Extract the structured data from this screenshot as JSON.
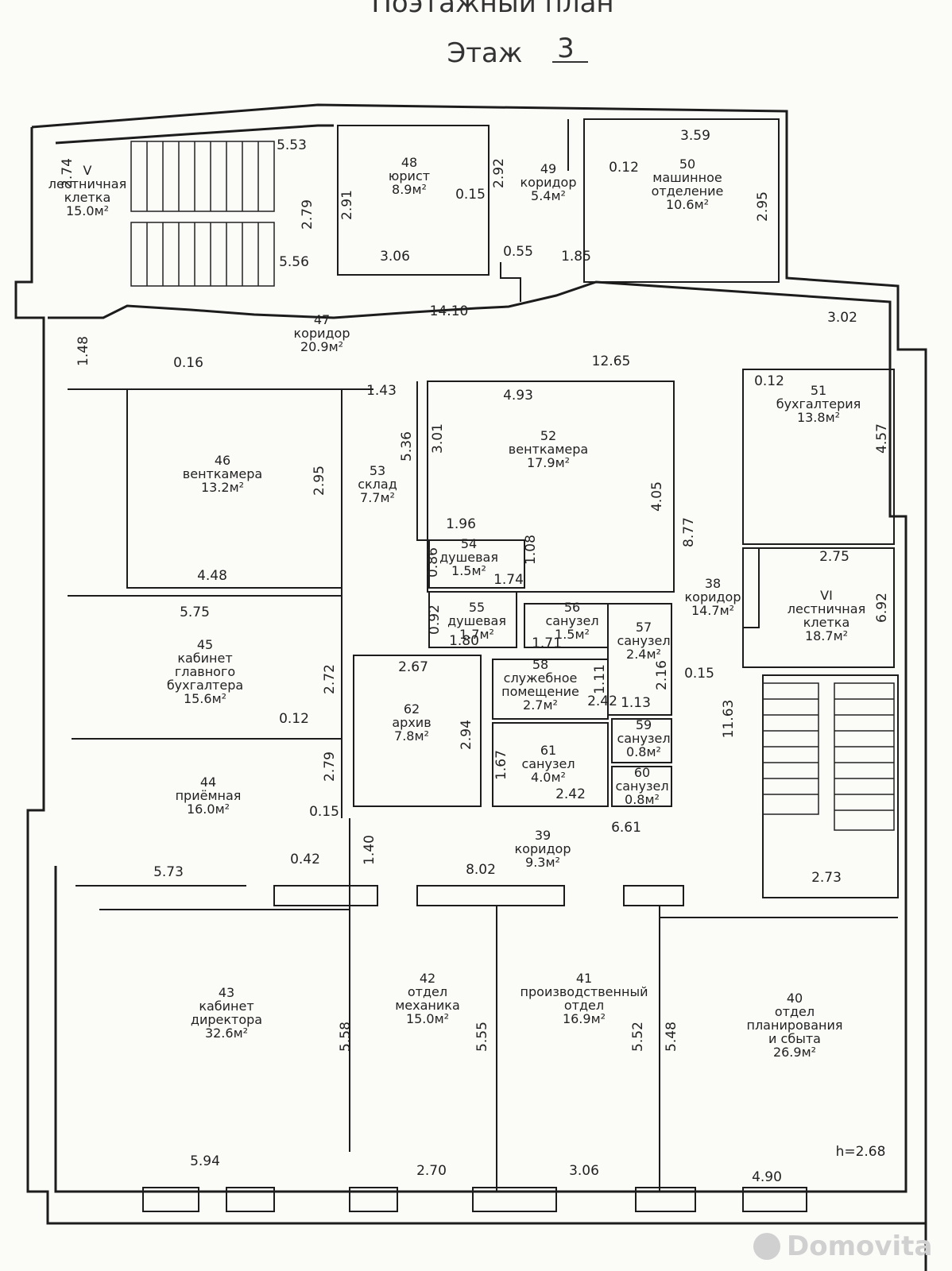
{
  "header": {
    "title": "Поэтажный план",
    "floor_label": "Этаж",
    "floor_number": "3"
  },
  "watermark": "Domovita",
  "height_note": "h=2.68",
  "rooms": [
    {
      "id": "V",
      "num": "V",
      "lines": [
        "лестничная",
        "клетка"
      ],
      "area": "15.0м²"
    },
    {
      "id": "48",
      "num": "48",
      "lines": [
        "юрист"
      ],
      "area": "8.9м²"
    },
    {
      "id": "49",
      "num": "49",
      "lines": [
        "коридор"
      ],
      "area": "5.4м²"
    },
    {
      "id": "50",
      "num": "50",
      "lines": [
        "машинное",
        "отделение"
      ],
      "area": "10.6м²"
    },
    {
      "id": "47",
      "num": "47",
      "lines": [
        "коридор"
      ],
      "area": "20.9м²"
    },
    {
      "id": "46",
      "num": "46",
      "lines": [
        "венткамера"
      ],
      "area": "13.2м²"
    },
    {
      "id": "53",
      "num": "53",
      "lines": [
        "склад"
      ],
      "area": "7.7м²"
    },
    {
      "id": "52",
      "num": "52",
      "lines": [
        "венткамера"
      ],
      "area": "17.9м²"
    },
    {
      "id": "51",
      "num": "51",
      "lines": [
        "бухгалтерия"
      ],
      "area": "13.8м²"
    },
    {
      "id": "54",
      "num": "54",
      "lines": [
        "душевая"
      ],
      "area": "1.5м²"
    },
    {
      "id": "55",
      "num": "55",
      "lines": [
        "душевая"
      ],
      "area": "1.7м²"
    },
    {
      "id": "56",
      "num": "56",
      "lines": [
        "санузел"
      ],
      "area": "1.5м²"
    },
    {
      "id": "57",
      "num": "57",
      "lines": [
        "санузел"
      ],
      "area": "2.4м²"
    },
    {
      "id": "38",
      "num": "38",
      "lines": [
        "коридор"
      ],
      "area": "14.7м²"
    },
    {
      "id": "VI",
      "num": "VI",
      "lines": [
        "лестничная",
        "клетка"
      ],
      "area": "18.7м²"
    },
    {
      "id": "45",
      "num": "45",
      "lines": [
        "кабинет",
        "главного",
        "бухгалтера"
      ],
      "area": "15.6м²"
    },
    {
      "id": "58",
      "num": "58",
      "lines": [
        "служебное",
        "помещение"
      ],
      "area": "2.7м²"
    },
    {
      "id": "62",
      "num": "62",
      "lines": [
        "архив"
      ],
      "area": "7.8м²"
    },
    {
      "id": "59",
      "num": "59",
      "lines": [
        "санузел"
      ],
      "area": "0.8м²"
    },
    {
      "id": "60",
      "num": "60",
      "lines": [
        "санузел"
      ],
      "area": "0.8м²"
    },
    {
      "id": "61",
      "num": "61",
      "lines": [
        "санузел"
      ],
      "area": "4.0м²"
    },
    {
      "id": "44",
      "num": "44",
      "lines": [
        "приёмная"
      ],
      "area": "16.0м²"
    },
    {
      "id": "39",
      "num": "39",
      "lines": [
        "коридор"
      ],
      "area": "9.3м²"
    },
    {
      "id": "43",
      "num": "43",
      "lines": [
        "кабинет",
        "директора"
      ],
      "area": "32.6м²"
    },
    {
      "id": "42",
      "num": "42",
      "lines": [
        "отдел",
        "механика"
      ],
      "area": "15.0м²"
    },
    {
      "id": "41",
      "num": "41",
      "lines": [
        "производственный",
        "отдел"
      ],
      "area": "16.9м²"
    },
    {
      "id": "40",
      "num": "40",
      "lines": [
        "отдел",
        "планирования",
        "и сбыта"
      ],
      "area": "26.9м²"
    }
  ],
  "dimensions": [
    "5.53",
    "2.74",
    "2.79",
    "5.56",
    "2.91",
    "3.06",
    "2.92",
    "0.15",
    "0.55",
    "1.85",
    "3.59",
    "0.12",
    "2.95",
    "14.10",
    "1.48",
    "0.16",
    "1.43",
    "4.93",
    "12.65",
    "3.02",
    "0.12",
    "2.95",
    "5.36",
    "3.01",
    "4.05",
    "4.57",
    "4.48",
    "1.96",
    "0.86",
    "1.08",
    "1.74",
    "8.77",
    "2.75",
    "5.75",
    "0.92",
    "1.80",
    "1.71",
    "6.92",
    "2.72",
    "2.67",
    "1.11",
    "2.16",
    "0.15",
    "0.12",
    "2.42",
    "1.13",
    "2.94",
    "11.63",
    "2.79",
    "1.67",
    "2.42",
    "0.15",
    "6.61",
    "1.40",
    "0.42",
    "5.73",
    "8.02",
    "2.73",
    "5.58",
    "5.55",
    "5.52",
    "5.48",
    "5.94",
    "2.70",
    "3.06",
    "4.90"
  ]
}
